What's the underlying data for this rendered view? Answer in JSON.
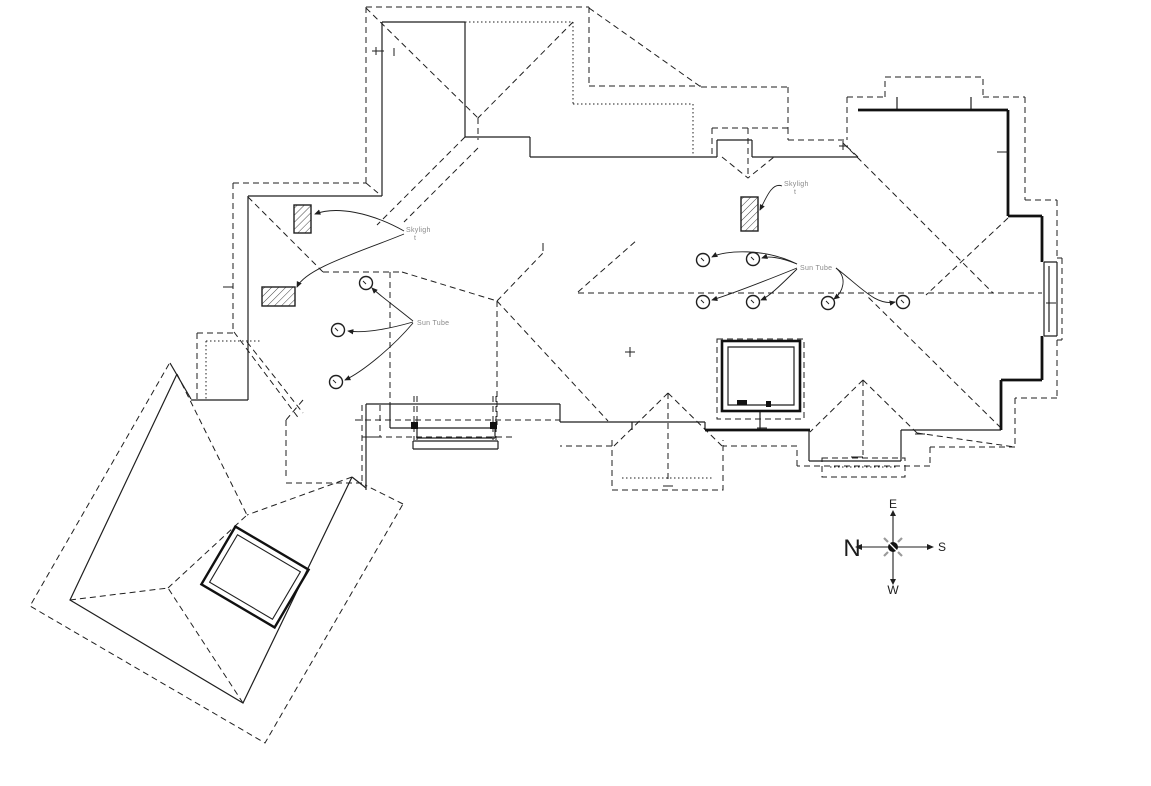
{
  "labels": {
    "skylight_left": {
      "line1": "Skyligh",
      "line2": "t"
    },
    "skylight_right": {
      "line1": "Skyligh",
      "line2": "t"
    },
    "sun_tube_left": "Sun Tube",
    "sun_tube_right": "Sun Tube"
  },
  "compass": {
    "north": "N",
    "east": "E",
    "south": "S",
    "west": "W"
  },
  "colors": {
    "line": "#1f1f1f",
    "label": "#8a8a8a",
    "background": "#ffffff"
  }
}
